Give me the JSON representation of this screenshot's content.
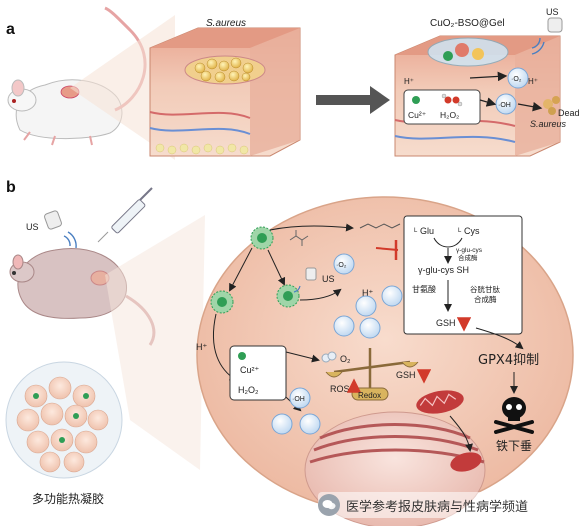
{
  "panel_a": {
    "label": "a",
    "bacteria": "S.aureus",
    "gel_name": "CuO₂-BSO@Gel",
    "us": "US",
    "h_plus_1": "H⁺",
    "h_plus_2": "H⁺",
    "o2": "·O₂",
    "oh": "·OH",
    "cu": "Cu²⁺",
    "h2o2": "H₂O₂",
    "dead_1": "Dead",
    "dead_2": "S.aureus"
  },
  "panel_b": {
    "label": "b",
    "us_left": "US",
    "us_cell": "US",
    "h_plus_left": "H⁺",
    "h_plus_mid": "H⁺",
    "cu": "Cu²⁺",
    "h2o2": "H₂O₂",
    "o2_gas": "O₂",
    "o2_radical": "·O₂",
    "oh_radical": "·OH",
    "glu": "Glu",
    "cys": "Cys",
    "l_prefix": "L",
    "enzyme_1a": "γ-glu-cys",
    "enzyme_1b": "合成酶",
    "dipeptide": "γ-glu-cys SH",
    "glycine": "甘氨酸",
    "enzyme_2a": "谷胱甘肽",
    "enzyme_2b": "合成酶",
    "gsh_box": "GSH",
    "gpx4": "GPX4抑制",
    "ros": "ROS",
    "redox": "Redox",
    "gsh_scale": "GSH",
    "ferroptosis": "铁下垂",
    "gel_caption": "多功能热凝胶"
  },
  "watermark": "医学参考报皮肤病与性病学频道",
  "colors": {
    "skin": "#e7a790",
    "cell_body": "#f4c9b6",
    "nucleus": "#f3d6cf",
    "mitochondria": "#c23b3b",
    "radical_fill": "#e6f0fb",
    "radical_stroke": "#7aa6d6",
    "copper": "#2f9e55",
    "accent_red": "#d23a2a"
  }
}
